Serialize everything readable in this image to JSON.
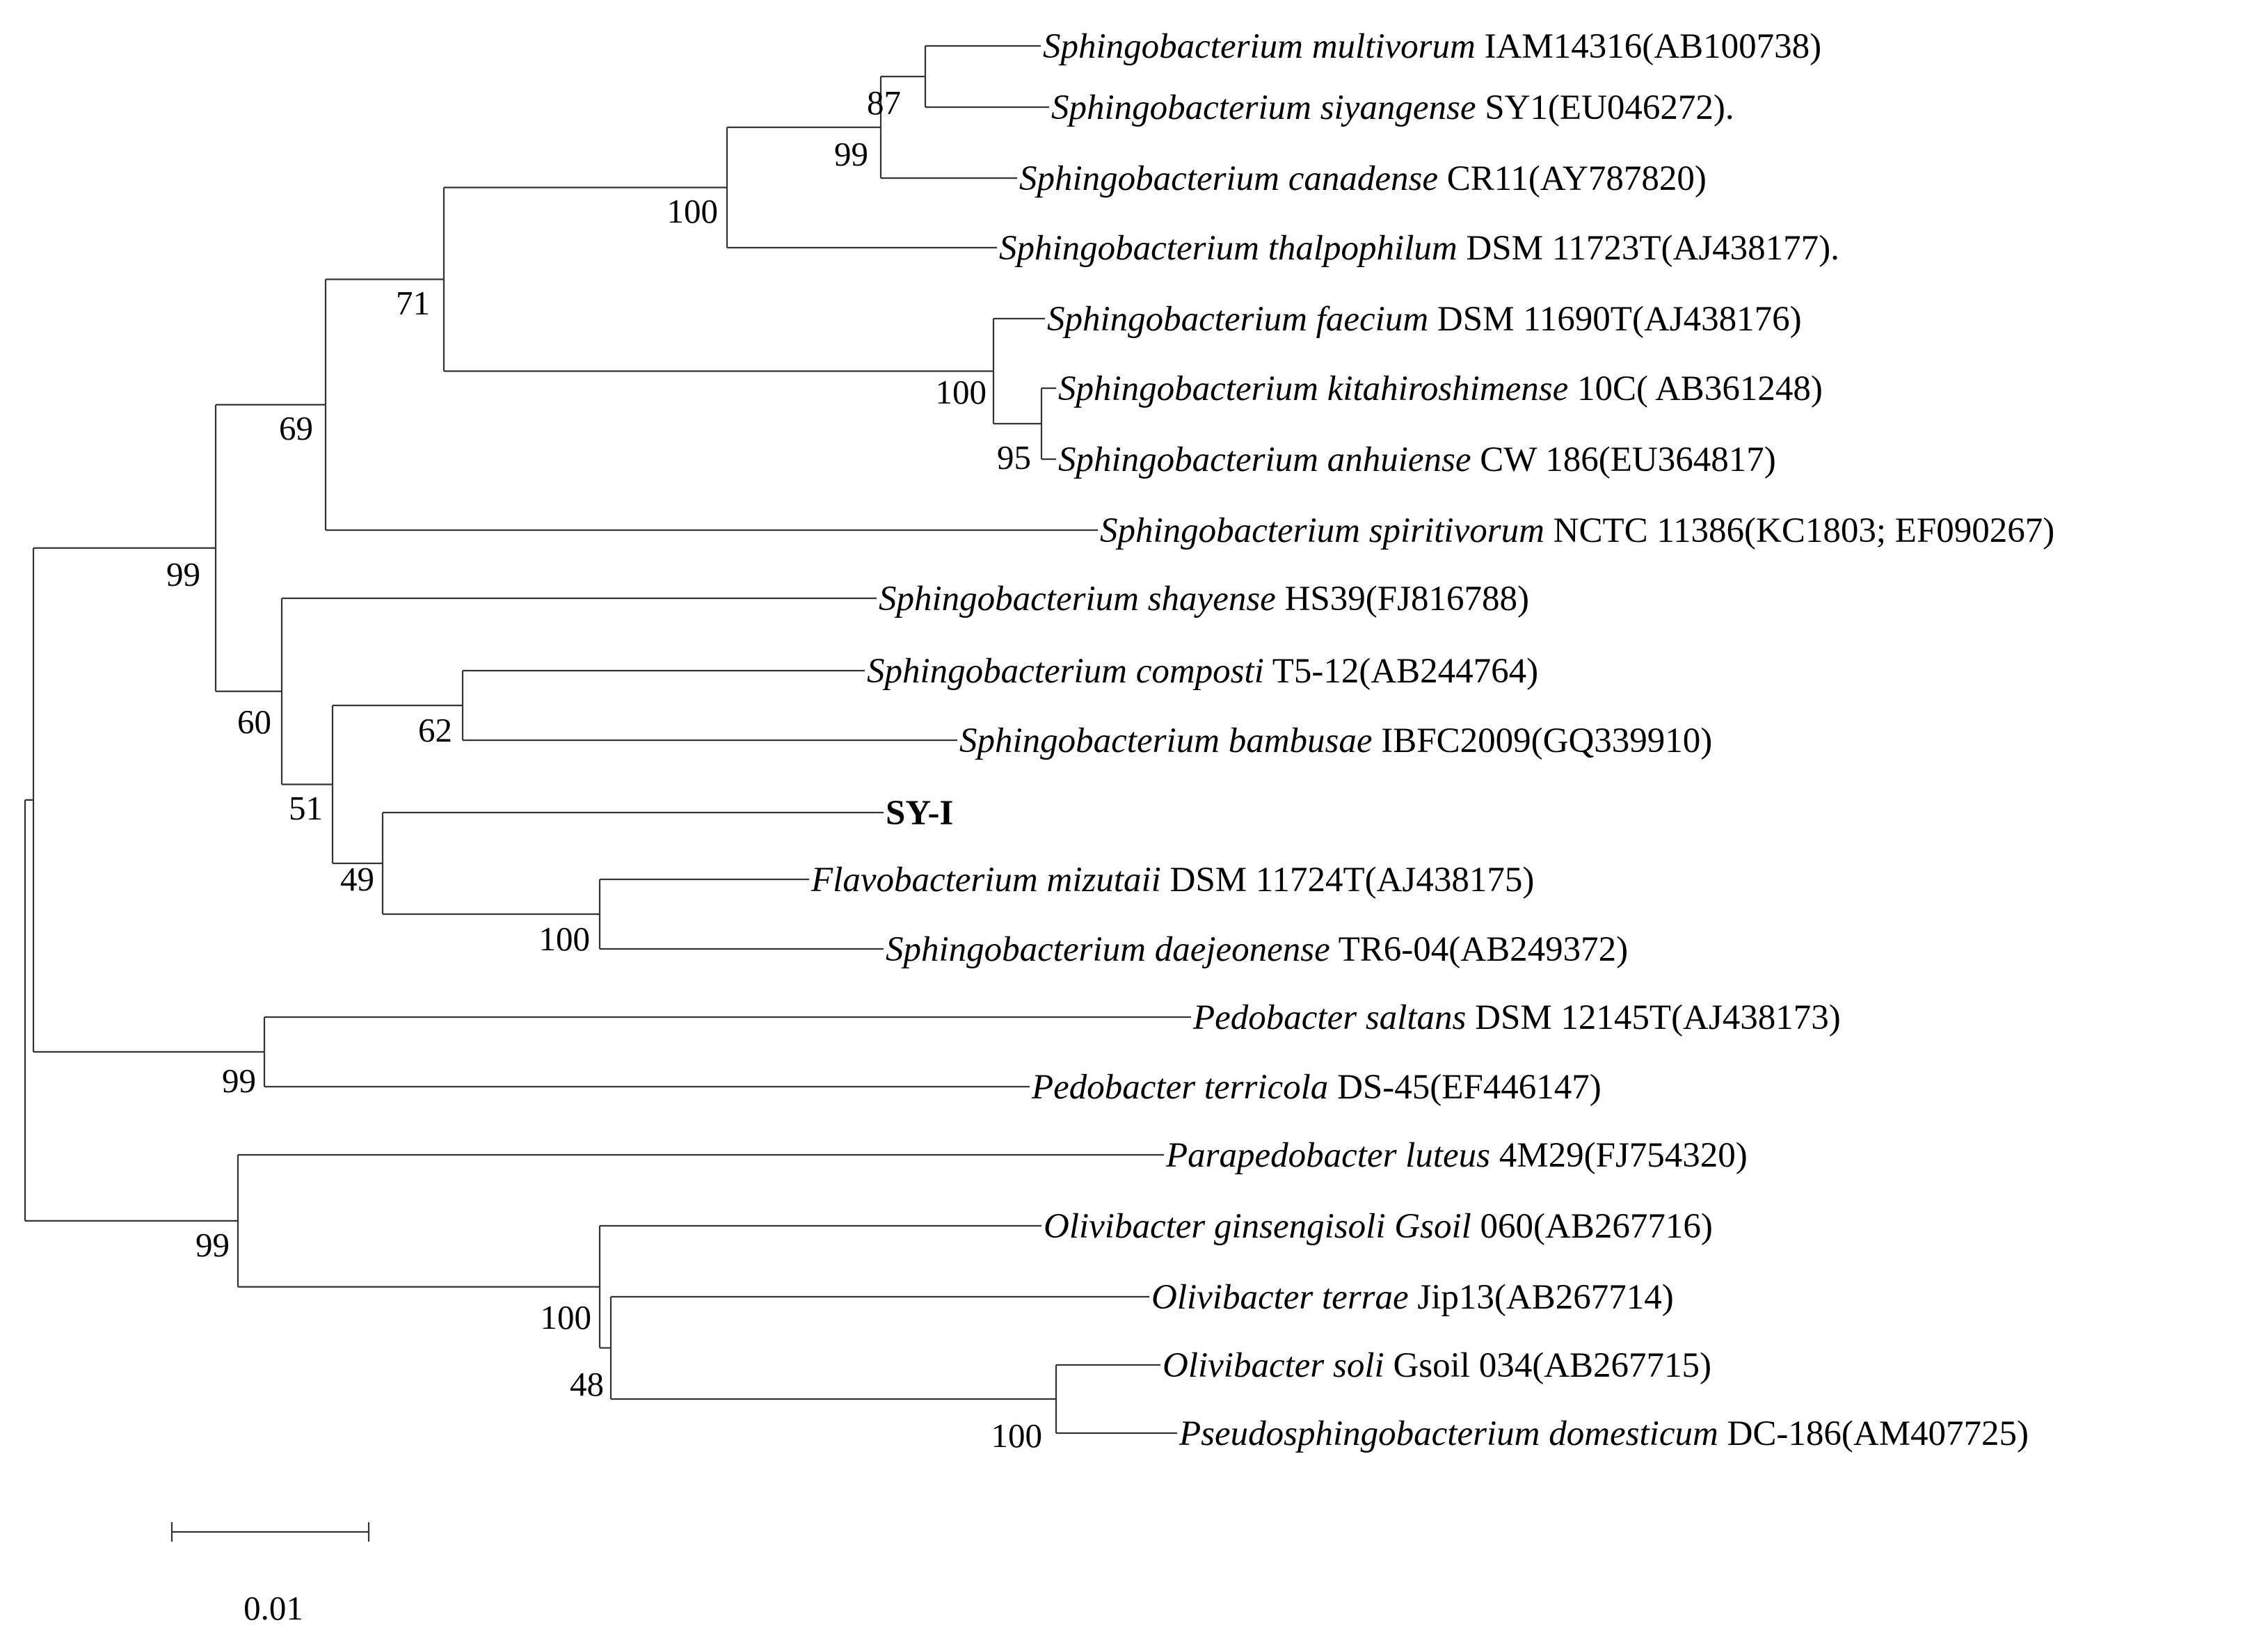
{
  "taxa": [
    {
      "id": "t1",
      "name": "Sphingobacterium multivorum",
      "rest": " IAM14316(AB100738)"
    },
    {
      "id": "t2",
      "name": "Sphingobacterium siyangense",
      "rest": " SY1(EU046272)."
    },
    {
      "id": "t3",
      "name": "Sphingobacterium canadense",
      "rest": " CR11(AY787820)"
    },
    {
      "id": "t4",
      "name": "Sphingobacterium thalpophilum",
      "rest": " DSM 11723T(AJ438177)."
    },
    {
      "id": "t5",
      "name": "Sphingobacterium faecium",
      "rest": " DSM 11690T(AJ438176)"
    },
    {
      "id": "t6",
      "name": "Sphingobacterium kitahiroshimense",
      "rest": " 10C( AB361248)"
    },
    {
      "id": "t7",
      "name": "Sphingobacterium anhuiense",
      "rest": " CW 186(EU364817)"
    },
    {
      "id": "t8",
      "name": "Sphingobacterium spiritivorum",
      "rest": " NCTC 11386(KC1803; EF090267)"
    },
    {
      "id": "t9",
      "name": "Sphingobacterium shayense",
      "rest": " HS39(FJ816788)"
    },
    {
      "id": "t10",
      "name": "Sphingobacterium composti",
      "rest": " T5-12(AB244764)"
    },
    {
      "id": "t11",
      "name": "Sphingobacterium bambusae",
      "rest": " IBFC2009(GQ339910)"
    },
    {
      "id": "t12",
      "name": "",
      "rest": "SY-I",
      "bold": true
    },
    {
      "id": "t13",
      "name": "Flavobacterium mizutaii",
      "rest": " DSM 11724T(AJ438175)"
    },
    {
      "id": "t14",
      "name": "Sphingobacterium daejeonense",
      "rest": " TR6-04(AB249372)"
    },
    {
      "id": "t15",
      "name": "Pedobacter saltans",
      "rest": " DSM 12145T(AJ438173)"
    },
    {
      "id": "t16",
      "name": "Pedobacter terricola",
      "rest": " DS-45(EF446147)"
    },
    {
      "id": "t17",
      "name": "Parapedobacter luteus",
      "rest": " 4M29(FJ754320)"
    },
    {
      "id": "t18",
      "name": "Olivibacter ginsengisoli Gsoil",
      "rest": " 060(AB267716)"
    },
    {
      "id": "t19",
      "name": "Olivibacter terrae",
      "rest": " Jip13(AB267714)"
    },
    {
      "id": "t20",
      "name": "Olivibacter soli",
      "rest": " Gsoil 034(AB267715)"
    },
    {
      "id": "t21",
      "name": "Pseudosphingobacterium domesticum",
      "rest": " DC-186(AM407725)"
    }
  ],
  "bootstrap": [
    {
      "node": "n87",
      "value": "87"
    },
    {
      "node": "n99a",
      "value": "99"
    },
    {
      "node": "n100a",
      "value": "100"
    },
    {
      "node": "n71",
      "value": "71"
    },
    {
      "node": "n100b",
      "value": "100"
    },
    {
      "node": "n95",
      "value": "95"
    },
    {
      "node": "n69",
      "value": "69"
    },
    {
      "node": "n99b",
      "value": "99"
    },
    {
      "node": "n62",
      "value": "62"
    },
    {
      "node": "n60",
      "value": "60"
    },
    {
      "node": "n51",
      "value": "51"
    },
    {
      "node": "n49",
      "value": "49"
    },
    {
      "node": "n100c",
      "value": "100"
    },
    {
      "node": "n99c",
      "value": "99"
    },
    {
      "node": "n99d",
      "value": "99"
    },
    {
      "node": "n100d",
      "value": "100"
    },
    {
      "node": "n48",
      "value": "48"
    },
    {
      "node": "n100e",
      "value": "100"
    }
  ],
  "scale_bar": {
    "label": "0.01",
    "length": 0.01
  }
}
